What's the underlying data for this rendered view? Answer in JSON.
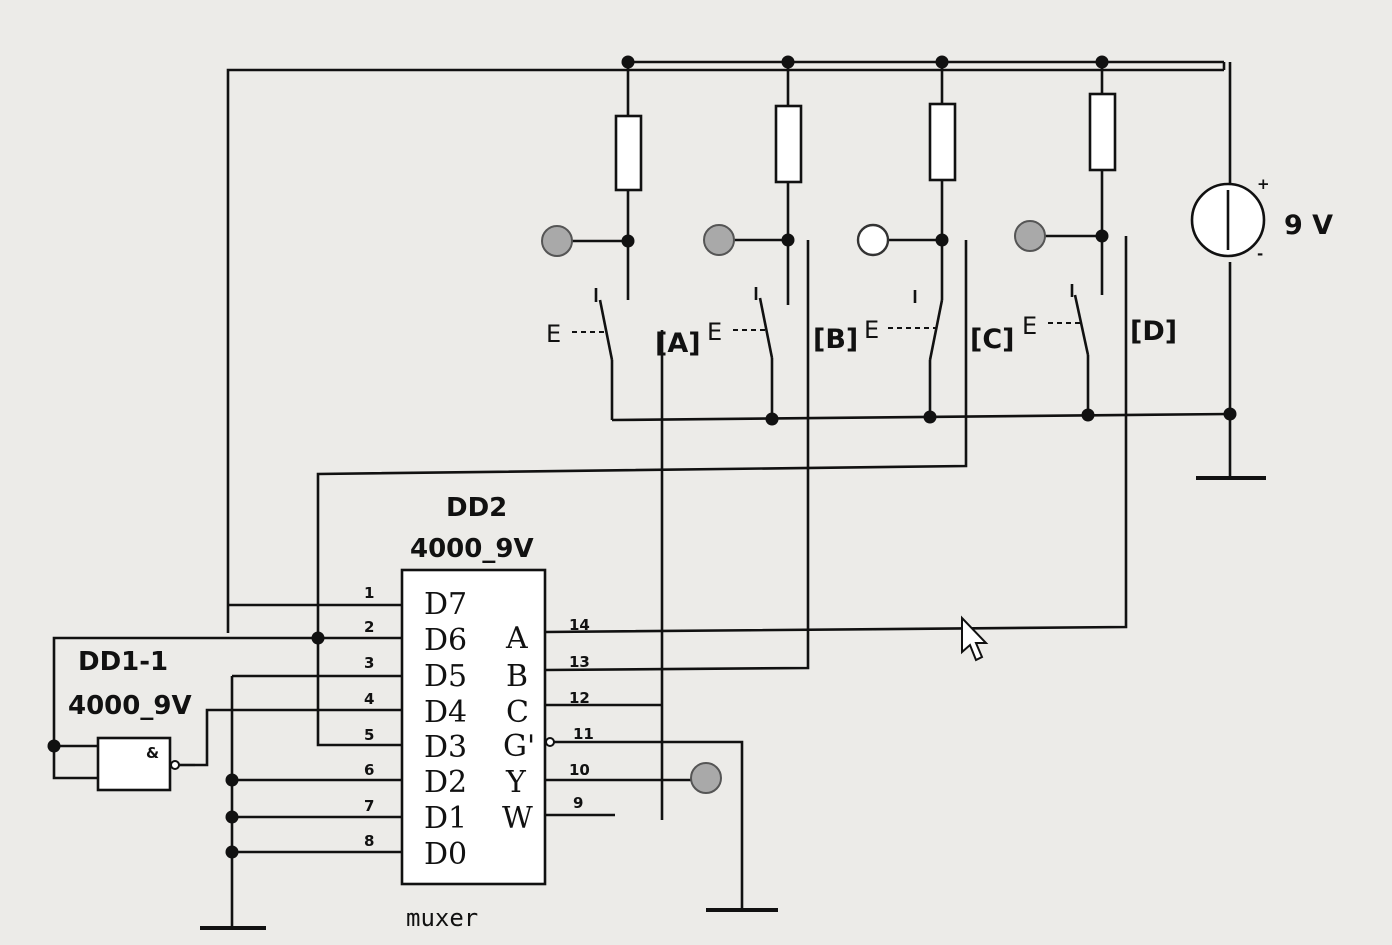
{
  "supply": {
    "label": "9 V",
    "plus": "+",
    "minus": "-"
  },
  "switches": [
    {
      "label": "[A]",
      "key": "E",
      "lamp_on": true
    },
    {
      "label": "[B]",
      "key": "E",
      "lamp_on": true
    },
    {
      "label": "[C]",
      "key": "E",
      "lamp_on": false
    },
    {
      "label": "[D]",
      "key": "E",
      "lamp_on": true
    }
  ],
  "dd2": {
    "name": "DD2",
    "type": "4000_9V",
    "caption": "muxer",
    "left_pins": [
      {
        "num": "1",
        "name": "D7"
      },
      {
        "num": "2",
        "name": "D6"
      },
      {
        "num": "3",
        "name": "D5"
      },
      {
        "num": "4",
        "name": "D4"
      },
      {
        "num": "5",
        "name": "D3"
      },
      {
        "num": "6",
        "name": "D2"
      },
      {
        "num": "7",
        "name": "D1"
      },
      {
        "num": "8",
        "name": "D0"
      }
    ],
    "right_pins": [
      {
        "num": "14",
        "name": "A"
      },
      {
        "num": "13",
        "name": "B"
      },
      {
        "num": "12",
        "name": "C"
      },
      {
        "num": "11",
        "name": "G'"
      },
      {
        "num": "10",
        "name": "Y"
      },
      {
        "num": "9",
        "name": "W"
      }
    ]
  },
  "dd1": {
    "name": "DD1-1",
    "type": "4000_9V",
    "symbol": "&"
  },
  "output_lamp_on": true,
  "colors": {
    "wire": "#111111",
    "lamp_on": "#a9a9a9",
    "lamp_off": "#ffffff",
    "background": "#ecebe8"
  }
}
